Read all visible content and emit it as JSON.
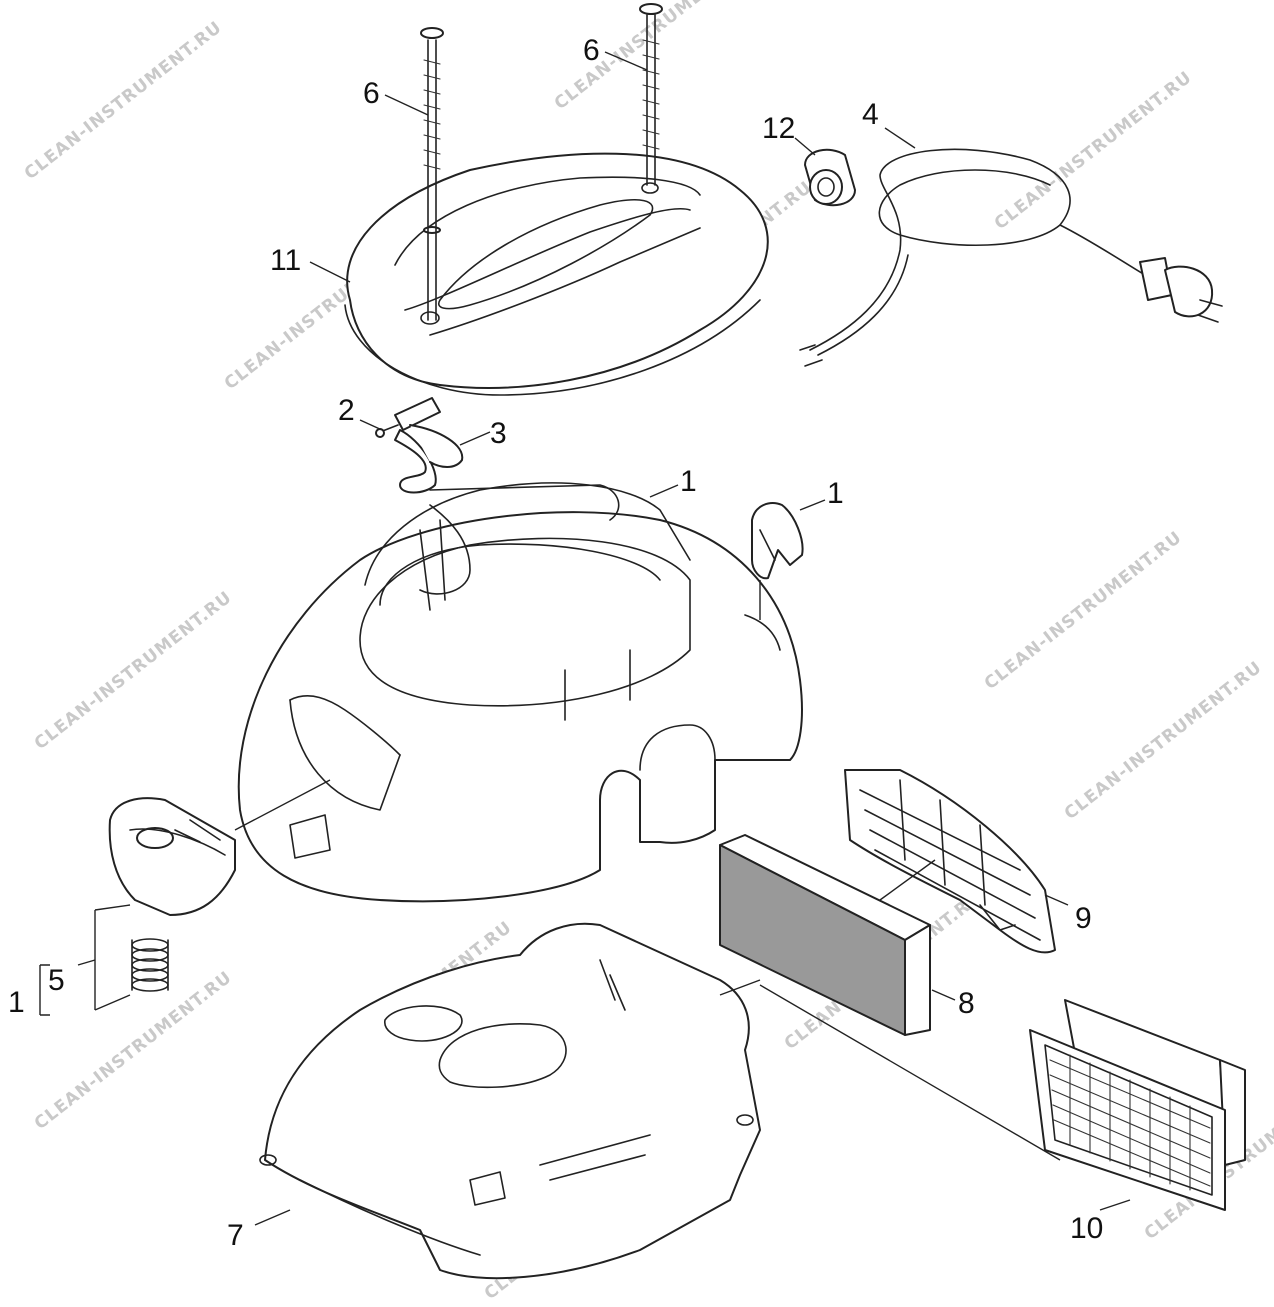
{
  "watermark": "CLEAN-INSTRUMENT.RU",
  "callouts": {
    "c1a": "1",
    "c1b": "1",
    "c1c": "1",
    "c2": "2",
    "c3": "3",
    "c4": "4",
    "c5": "5",
    "c6a": "6",
    "c6b": "6",
    "c7": "7",
    "c8": "8",
    "c9": "9",
    "c10": "10",
    "c11": "11",
    "c12": "12"
  }
}
